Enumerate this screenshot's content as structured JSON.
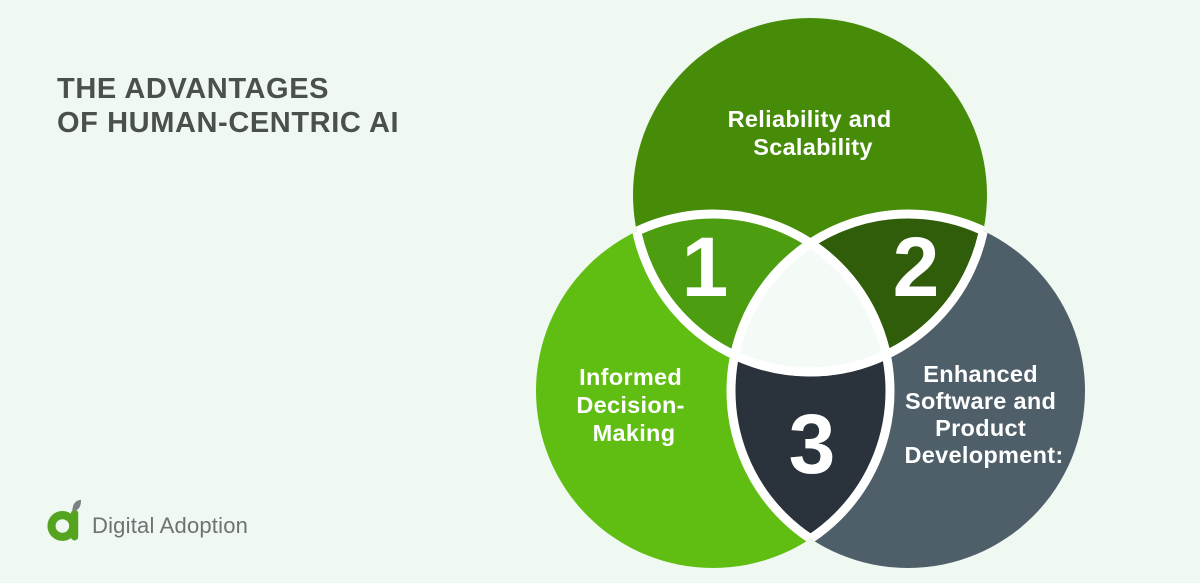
{
  "background": "#f0f8f2",
  "title": {
    "lines": [
      "THE ADVANTAGES",
      "OF HUMAN-CENTRIC AI"
    ],
    "color": "#4b504e"
  },
  "venn": {
    "divider_color": "#ffffff",
    "text_color": "#ffffff",
    "center_color": "#f4fbf6",
    "circles": [
      {
        "name": "top",
        "color": "#468c09",
        "label": "Reliability and Scalability",
        "label_lines": [
          "Reliability and",
          "Scalability"
        ]
      },
      {
        "name": "bottom-left",
        "color": "#60be13",
        "label": "Informed Decision-Making",
        "label_lines": [
          "Informed",
          "Decision-",
          "Making"
        ]
      },
      {
        "name": "bottom-right",
        "color": "#4e5f6a",
        "label": "Enhanced Software and Product Development:",
        "label_lines": [
          "Enhanced",
          "Software and",
          "Product",
          "Development:"
        ]
      }
    ],
    "intersections": [
      {
        "number": "1",
        "between": "top + bottom-left",
        "color": "#4c9e10"
      },
      {
        "number": "2",
        "between": "top + bottom-right",
        "color": "#2f5d09"
      },
      {
        "number": "3",
        "between": "bottom-left + bottom-right",
        "color": "#2a333b"
      }
    ]
  },
  "logo": {
    "text": "Digital Adoption",
    "text_color": "#6f7173",
    "mark_green": "#55a41f",
    "mark_gray": "#7a8083"
  }
}
